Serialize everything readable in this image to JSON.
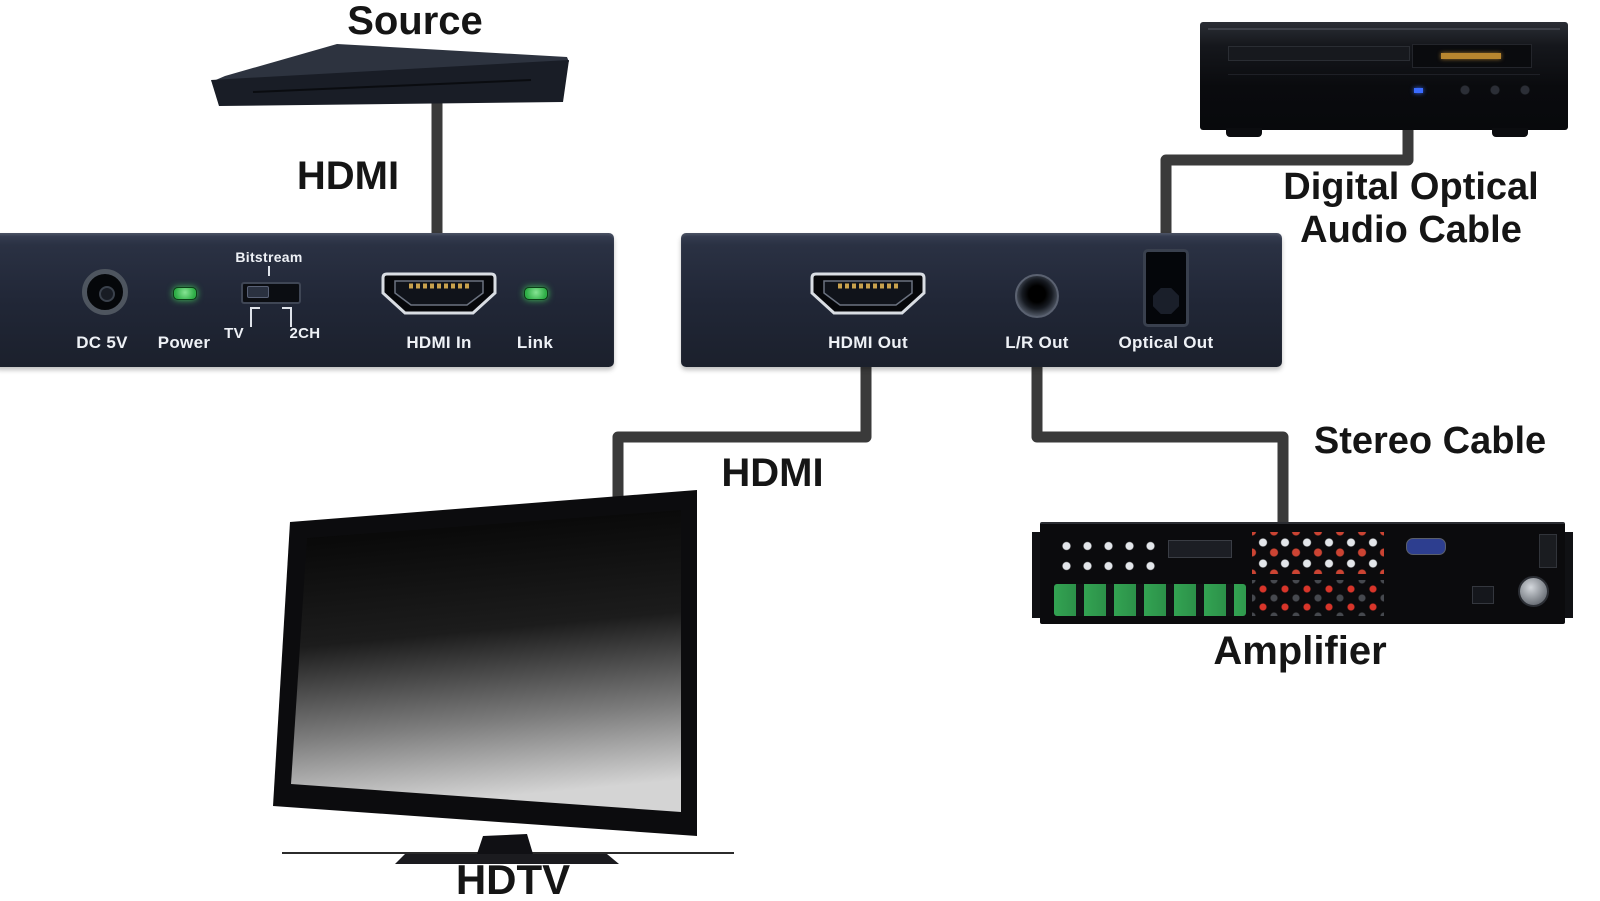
{
  "labels": {
    "source": "Source",
    "hdmi_source": "HDMI",
    "hdmi_tv": "HDMI",
    "optical_line1": "Digital Optical",
    "optical_line2": "Audio Cable",
    "stereo": "Stereo Cable",
    "amplifier": "Amplifier",
    "hdtv": "HDTV"
  },
  "extractor_front": {
    "dc": "DC 5V",
    "power": "Power",
    "bitstream": "Bitstream",
    "tv": "TV",
    "ch2": "2CH",
    "hdmi_in": "HDMI In",
    "link": "Link"
  },
  "extractor_back": {
    "hdmi_out": "HDMI Out",
    "lr_out": "L/R Out",
    "optical_out": "Optical Out"
  },
  "colors": {
    "panel": "#1f2532",
    "cable": "#3a3a3a",
    "led_green": "#2fae47",
    "background": "#ffffff"
  }
}
